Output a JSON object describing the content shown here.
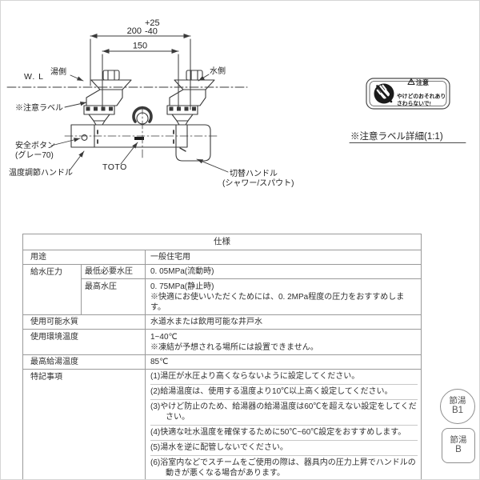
{
  "drawing": {
    "dim_primary": "200",
    "dim_tolerance_plus": "+25",
    "dim_tolerance_minus": "-40",
    "dim_secondary": "150",
    "water_line_label": "W. L",
    "hot_side_label": "湯側",
    "cold_side_label": "水側",
    "caution_label_pointer": "※注意ラベル",
    "safety_button_label": "安全ボタン",
    "safety_button_sub": "(グレー70)",
    "temperature_handle_label": "温度調節ハンドル",
    "brand_label": "TOTO",
    "switch_handle_label": "切替ハンドル",
    "switch_handle_sub": "(シャワー/スパウト)",
    "caution_detail_caption": "※注意ラベル詳細(1:1)",
    "caution_sticker": {
      "title": "注意",
      "line1": "やけどのおそれあり",
      "line2": "さわらないで!"
    }
  },
  "spec_table": {
    "title": "仕様",
    "usage_label": "用途",
    "usage_value": "一般住宅用",
    "pressure_label": "給水圧力",
    "min_pressure_label": "最低必要水圧",
    "min_pressure_value": "0. 05MPa(流動時)",
    "max_pressure_label": "最高水圧",
    "max_pressure_value": "0. 75MPa(静止時)",
    "max_pressure_note": "※快適にお使いいただくためには、0. 2MPa程度の圧力をおすすめします。",
    "water_quality_label": "使用可能水質",
    "water_quality_value": "水道水または飲用可能な井戸水",
    "ambient_temp_label": "使用環境温度",
    "ambient_temp_value": "1~40℃",
    "ambient_temp_note": "※凍結が予想される場所には設置できません。",
    "max_hot_water_label": "最高給湯温度",
    "max_hot_water_value": "85℃",
    "special_notes_label": "特記事項",
    "special_notes": [
      "(1)湯圧が水圧より高くならないように設定してください。",
      "(2)給湯温度は、使用する温度より10℃以上高く設定してください。",
      "(3)やけど防止のため、給湯器の給湯温度は60℃を超えない設定をしてください。",
      "(4)快適な吐水温度を確保するために50℃~60℃設定をおすすめします。",
      "(5)湯水を逆に配管しないでください。",
      "(6)浴室内などでスチームをご使用の際は、器具内の圧力上昇でハンドルの動きが悪くなる場合があります。"
    ]
  },
  "badges": {
    "b1_label": "節湯",
    "b1_code": "B1",
    "b_label": "節湯",
    "b_code": "B"
  }
}
